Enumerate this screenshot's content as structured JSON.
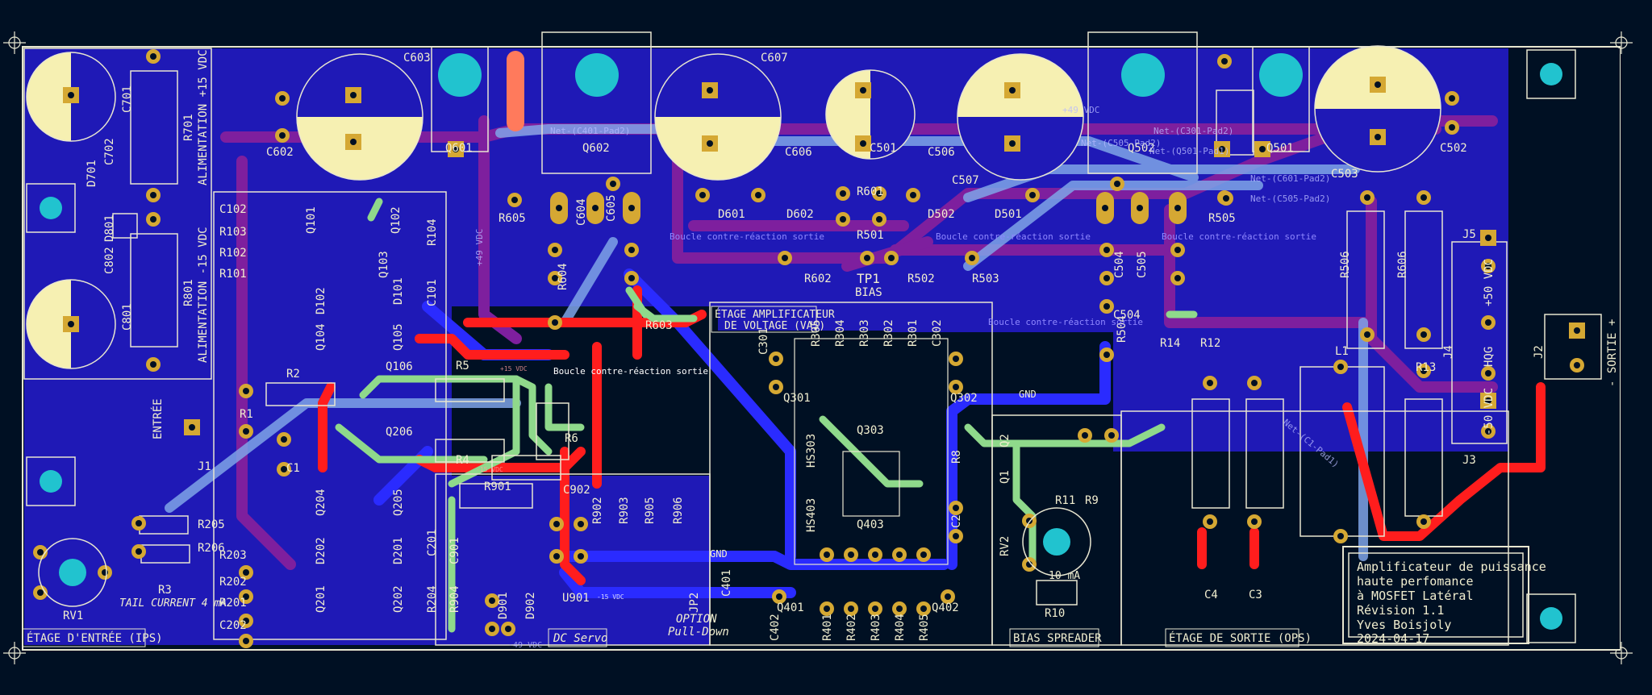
{
  "colors": {
    "background": "#001023",
    "copper_back": "#1f19b6",
    "copper_front": "#ff1d1d",
    "trace_blue": "#2a2bff",
    "trace_purple": "#7e1f9e",
    "trace_green": "#8fd98b",
    "trace_light": "#7fa5e8",
    "silkscreen": "#f1eecf",
    "pad": "#d5a833",
    "cap_fill": "#f6f0b2",
    "mounting": "#21c3cf"
  },
  "title_block": {
    "line1": "Amplificateur de puissance",
    "line2": "haute perfomance",
    "line3": "à MOSFET Latéral",
    "line4": "Révision 1.1",
    "line5": "Yves Boisjoly",
    "line6": "2024-04-17"
  },
  "sections": {
    "ips": "ÉTAGE D'ENTRÉE (IPS)",
    "vas1": "ÉTAGE AMPLIFICATEUR",
    "vas2": "DE VOLTAGE (VAS)",
    "dc_servo": "DC Servo",
    "bias_spreader": "BIAS SPREADER",
    "ops": "ÉTAGE DE SORTIE (OPS)",
    "psu_pos": "ALIMENTATION +15 VDC",
    "psu_neg": "ALIMENTATION -15 VDC"
  },
  "notes": {
    "tail_current": "TAIL CURRENT 4 mA",
    "bias_current": "10 mA",
    "tp1": "TP1",
    "bias": "BIAS",
    "option": "OPTION",
    "pulldown": "Pull-Down",
    "entree": "ENTRÉE",
    "sortie": "- SORTIE +",
    "plus50": "+50 VDC",
    "minus50": "-50 VDC",
    "hqg": "HQG",
    "gnd": "GND",
    "p49": "+49 VDC",
    "p15": "+15 VDC",
    "m15": "-15 VDC",
    "m49": "-49 VDC"
  },
  "net_labels": {
    "loop1": "Boucle contre-réaction sortie",
    "loop2": "Boucle contre-réaction sortie",
    "loop3": "Boucle contre-réaction sortie",
    "loop4": "Boucle contre-réaction sortie",
    "loop5": "Boucle contre-réaction sortie",
    "n_c401": "Net-(C401-Pad2)",
    "n_c301": "Net-(C301-Pad2)",
    "n_c505": "Net-(C505-Pad2)",
    "n_q501": "Net-(Q501-Pad1)",
    "n_c601": "Net-(C601-Pad2)",
    "n_c505b": "Net-(C505-Pad2)",
    "n_c1": "Net-(C1-Pad1)"
  },
  "refs": {
    "C603": "C603",
    "Q601": "Q601",
    "Q602": "Q602",
    "C607": "C607",
    "Q502": "Q502",
    "Q501": "Q501",
    "C701": "C701",
    "C702": "C702",
    "D701": "D701",
    "R701": "R701",
    "C602": "C602",
    "R605": "R605",
    "C606": "C606",
    "C501": "C501",
    "C506": "C506",
    "C507": "C507",
    "C503": "C503",
    "C502": "C502",
    "R505": "R505",
    "D601": "D601",
    "D602": "D602",
    "D502": "D502",
    "D501": "D501",
    "R601": "R601",
    "R501": "R501",
    "R602": "R602",
    "R502": "R502",
    "R503": "R503",
    "C604": "C604",
    "C605": "C605",
    "C504": "C504",
    "C505": "C505",
    "R604": "R604",
    "R603": "R603",
    "R504": "R504",
    "R506": "R506",
    "R606": "R606",
    "J5": "J5",
    "J4": "J4",
    "J3": "J3",
    "J2": "J2",
    "L1": "L1",
    "R14": "R14",
    "R12": "R12",
    "R13": "R13",
    "C4": "C4",
    "C3": "C3",
    "C102": "C102",
    "R103": "R103",
    "R102": "R102",
    "R101": "R101",
    "Q101": "Q101",
    "Q102": "Q102",
    "Q103": "Q103",
    "R104": "R104",
    "D101": "D101",
    "D102": "D102",
    "C101": "C101",
    "Q104": "Q104",
    "Q105": "Q105",
    "D801": "D801",
    "C802": "C802",
    "R801": "R801",
    "C801": "C801",
    "J1": "J1",
    "R1": "R1",
    "C1": "C1",
    "R2": "R2",
    "Q106": "Q106",
    "Q206": "Q206",
    "R5": "R5",
    "R4": "R4",
    "R6": "R6",
    "R901": "R901",
    "C902": "C902",
    "C901": "C901",
    "U901": "U901",
    "R902": "R902",
    "R903": "R903",
    "R905": "R905",
    "R906": "R906",
    "D901": "D901",
    "D902": "D902",
    "R904": "R904",
    "JP2": "JP2",
    "Q204": "Q204",
    "Q205": "Q205",
    "D202": "D202",
    "D201": "D201",
    "C201": "C201",
    "R205": "R205",
    "R206": "R206",
    "R3": "R3",
    "RV1": "RV1",
    "R203": "R203",
    "R202": "R202",
    "R201": "R201",
    "C202": "C202",
    "Q201": "Q201",
    "Q202": "Q202",
    "R204": "R204",
    "C301": "C301",
    "Q301": "Q301",
    "Q302": "Q302",
    "R305": "R305",
    "R304": "R304",
    "R303": "R303",
    "R302": "R302",
    "R301": "R301",
    "C302": "C302",
    "Q303": "Q303",
    "HS303": "HS303",
    "HS403": "HS403",
    "Q403": "Q403",
    "C401": "C401",
    "Q401": "Q401",
    "Q402": "Q402",
    "C402": "C402",
    "R401": "R401",
    "R402": "R402",
    "R403": "R403",
    "R404": "R404",
    "R405": "R405",
    "R8": "R8",
    "C2": "C2",
    "Q2": "Q2",
    "Q1": "Q1",
    "R11": "R11",
    "R9": "R9",
    "RV2": "RV2",
    "R10": "R10"
  }
}
